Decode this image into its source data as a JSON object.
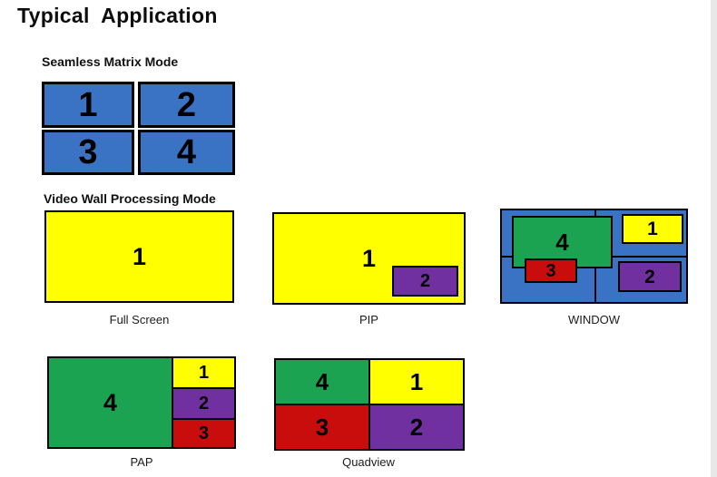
{
  "page": {
    "title": "Typical  Application"
  },
  "matrix": {
    "heading": "Seamless Matrix Mode",
    "cells": [
      {
        "label": "1"
      },
      {
        "label": "2"
      },
      {
        "label": "3"
      },
      {
        "label": "4"
      }
    ]
  },
  "videowall": {
    "heading": "Video Wall Processing Mode",
    "full_screen": {
      "caption": "Full Screen",
      "window1": "1"
    },
    "pip": {
      "caption": "PIP",
      "window1": "1",
      "window2": "2"
    },
    "window": {
      "caption": "WINDOW",
      "window1": "1",
      "window2": "2",
      "window3": "3",
      "window4": "4"
    },
    "pap": {
      "caption": "PAP",
      "window4": "4",
      "window1": "1",
      "window2": "2",
      "window3": "3"
    },
    "quadview": {
      "caption": "Quadview",
      "window4": "4",
      "window1": "1",
      "window3": "3",
      "window2": "2"
    }
  },
  "colors": {
    "blue": "#3B73C4",
    "yellow": "#FFFF00",
    "green": "#1CA351",
    "red": "#C90D0D",
    "purple": "#7030A0",
    "border": "#000000",
    "scroll_strip": "#E8E8E8"
  }
}
